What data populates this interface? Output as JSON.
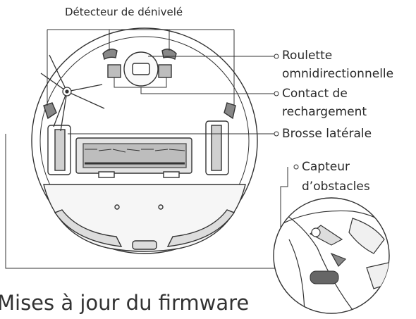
{
  "labels": {
    "cliff_sensor": "Détecteur de dénivelé",
    "omni_wheel_line1": "Roulette",
    "omni_wheel_line2": "omnidirectionnelle",
    "charging_contact_line1": "Contact de",
    "charging_contact_line2": "rechargement",
    "side_brush": "Brosse latérale",
    "obstacle_sensor_line1": "Capteur",
    "obstacle_sensor_line2": "d’obstacles"
  },
  "heading": "Mises à jour du firmware",
  "colors": {
    "line": "#333333",
    "text": "#2a2a2a",
    "fill_light": "#eeeeee",
    "fill_mid": "#cccccc",
    "fill_dark": "#555555"
  }
}
